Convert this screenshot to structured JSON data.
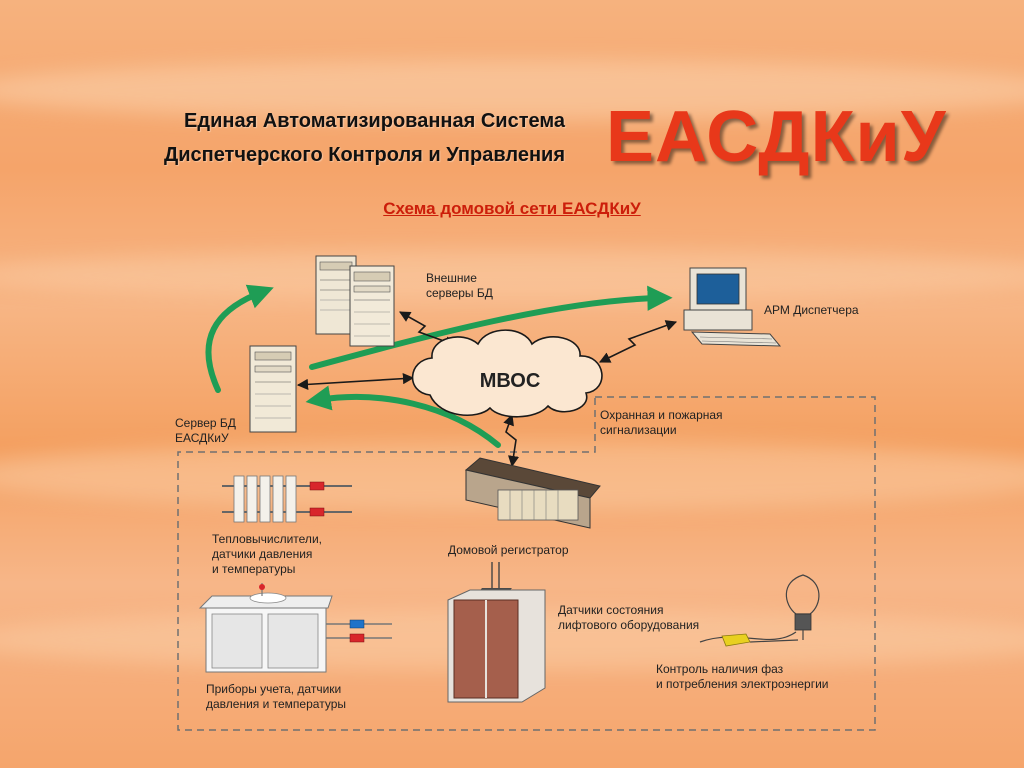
{
  "header": {
    "line1": "Единая Автоматизированная Система",
    "line2": "Диспетчерского Контроля и Управления",
    "logo": "ЕАСДКиУ",
    "subtitle": "Схема домовой сети ЕАСДКиУ"
  },
  "nodes": {
    "network_cloud": "МВОС",
    "external_servers": [
      "Внешние",
      "серверы БД"
    ],
    "operator_workstation": "АРМ Диспетчера",
    "db_server": [
      "Сервер БД",
      "ЕАСДКиУ"
    ],
    "security_alarm": [
      "Охранная и пожарная",
      "сигнализации"
    ],
    "heat_meters": [
      "Тепловычислители,",
      "датчики давления",
      "и температуры"
    ],
    "house_registrar": "Домовой регистратор",
    "elevator_sensors": [
      "Датчики состояния",
      "лифтового оборудования"
    ],
    "metering_devices": [
      "Приборы учета, датчики",
      "давления и температуры"
    ],
    "power_monitoring": [
      "Контроль наличия фаз",
      "и потребления электроэнергии"
    ]
  },
  "colors": {
    "logo": "#e8381a",
    "subtitle": "#cc1e0a",
    "flow_arrow": "#1f9d55",
    "link": "#1a1a1a",
    "dashed_border": "#707070"
  }
}
